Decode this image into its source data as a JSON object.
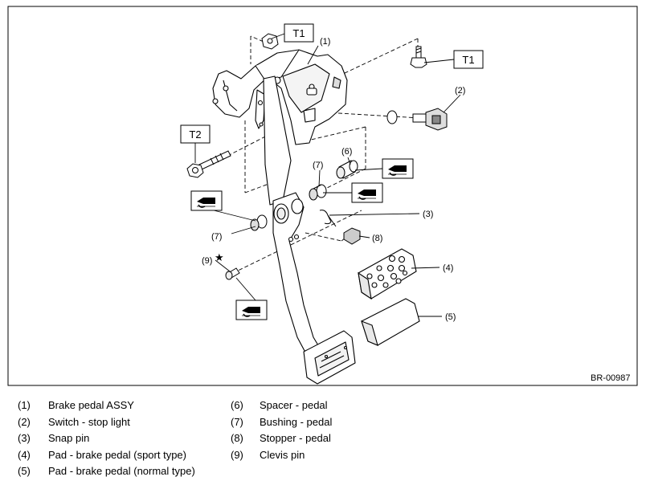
{
  "diagram": {
    "figure_code": "BR-00987",
    "torque_labels": [
      "T1",
      "T1",
      "T2"
    ],
    "callouts": [
      "(1)",
      "(2)",
      "(3)",
      "(4)",
      "(5)",
      "(6)",
      "(7)",
      "(7)",
      "(8)",
      "(9)"
    ],
    "replace_mark": "★"
  },
  "legend": {
    "left": [
      {
        "num": "(1)",
        "text": "Brake pedal ASSY"
      },
      {
        "num": "(2)",
        "text": "Switch - stop light"
      },
      {
        "num": "(3)",
        "text": "Snap pin"
      },
      {
        "num": "(4)",
        "text": "Pad - brake pedal (sport type)"
      },
      {
        "num": "(5)",
        "text": "Pad - brake pedal (normal type)"
      }
    ],
    "right": [
      {
        "num": "(6)",
        "text": "Spacer - pedal"
      },
      {
        "num": "(7)",
        "text": "Bushing - pedal"
      },
      {
        "num": "(8)",
        "text": "Stopper - pedal"
      },
      {
        "num": "(9)",
        "text": "Clevis pin"
      }
    ]
  }
}
